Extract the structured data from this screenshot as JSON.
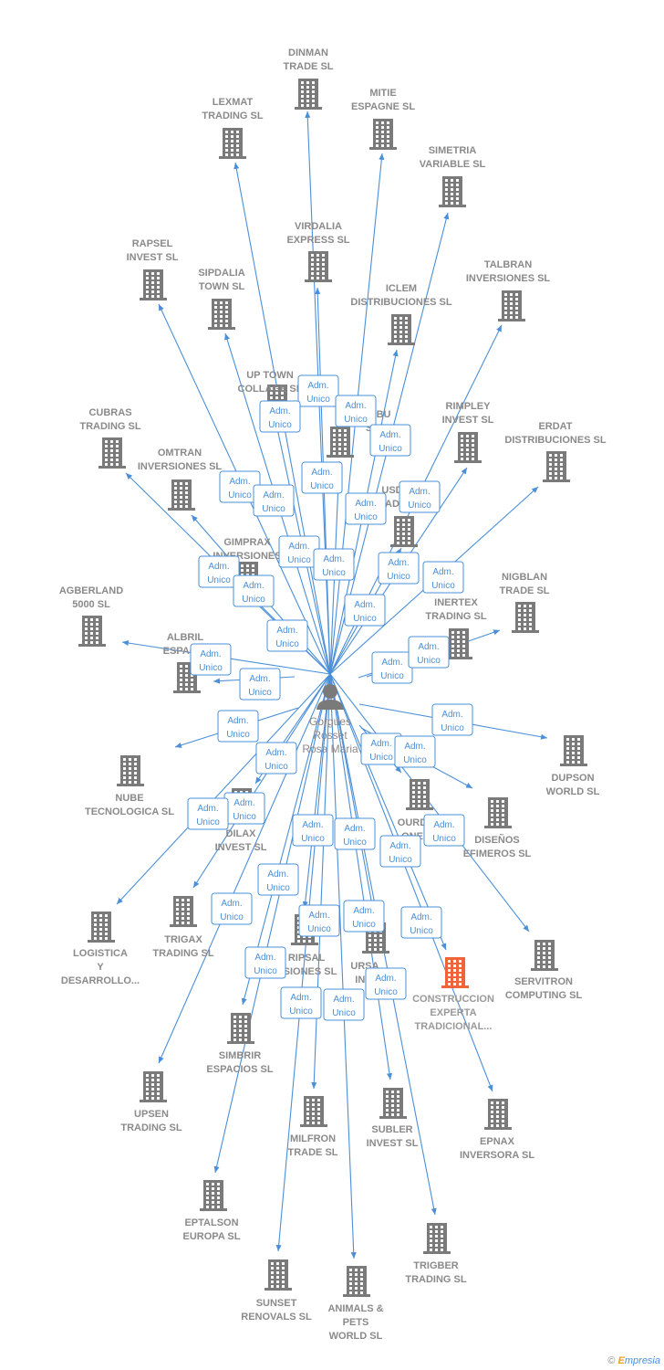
{
  "person": {
    "name_lines": [
      "Gorgues",
      "Rosset",
      "Rosa Maria"
    ],
    "icon": "person-icon"
  },
  "edge_label_lines": [
    "Adm.",
    "Unico"
  ],
  "companies": [
    {
      "id": "dinman",
      "lines": [
        "DINMAN",
        "TRADE  SL"
      ]
    },
    {
      "id": "mitie",
      "lines": [
        "MITIE",
        "ESPAGNE  SL"
      ]
    },
    {
      "id": "lexmat",
      "lines": [
        "LEXMAT",
        "TRADING SL"
      ]
    },
    {
      "id": "simetria",
      "lines": [
        "SIMETRIA",
        "VARIABLE SL"
      ]
    },
    {
      "id": "virdalia",
      "lines": [
        "VIRDALIA",
        "EXPRESS SL"
      ]
    },
    {
      "id": "rapsel",
      "lines": [
        "RAPSEL",
        "INVEST SL"
      ]
    },
    {
      "id": "sipdalia",
      "lines": [
        "SIPDALIA",
        "TOWN SL"
      ]
    },
    {
      "id": "talbran",
      "lines": [
        "TALBRAN",
        "INVERSIONES SL"
      ]
    },
    {
      "id": "iclem",
      "lines": [
        "ICLEM",
        "DISTRIBUCIONES SL"
      ]
    },
    {
      "id": "uptown",
      "lines": [
        "UP TOWN",
        "COLLAGE SL"
      ]
    },
    {
      "id": "stribu",
      "lines": [
        "STRIBU",
        "SL"
      ]
    },
    {
      "id": "rimpley",
      "lines": [
        "RIMPLEY",
        "INVEST  SL"
      ]
    },
    {
      "id": "cubras",
      "lines": [
        "CUBRAS",
        "TRADING SL"
      ]
    },
    {
      "id": "erdat",
      "lines": [
        "ERDAT",
        "DISTRIBUCIONES SL"
      ]
    },
    {
      "id": "omtran",
      "lines": [
        "OMTRAN",
        "INVERSIONES SL"
      ]
    },
    {
      "id": "usd",
      "lines": [
        "USD",
        "AD"
      ]
    },
    {
      "id": "gimprax",
      "lines": [
        "GIMPRAX",
        "INVERSIONES"
      ]
    },
    {
      "id": "nigblan",
      "lines": [
        "NIGBLAN",
        "TRADE SL"
      ]
    },
    {
      "id": "agberland",
      "lines": [
        "AGBERLAND",
        "5000 SL"
      ]
    },
    {
      "id": "inertex",
      "lines": [
        "INERTEX",
        "TRADING SL"
      ]
    },
    {
      "id": "albril",
      "lines": [
        "ALBRIL",
        "ESPACIO"
      ]
    },
    {
      "id": "dupson",
      "lines": [
        "DUPSON",
        "WORLD SL"
      ]
    },
    {
      "id": "nube",
      "lines": [
        "NUBE",
        "TECNOLOGICA SL"
      ]
    },
    {
      "id": "ourd",
      "lines": [
        "OURD",
        "ONE"
      ]
    },
    {
      "id": "disenos",
      "lines": [
        "DISEÑOS",
        "EFIMEROS SL"
      ]
    },
    {
      "id": "dilax",
      "lines": [
        "DILAX",
        "INVEST SL"
      ]
    },
    {
      "id": "trigax",
      "lines": [
        "TRIGAX",
        "TRADING SL"
      ]
    },
    {
      "id": "logistica",
      "lines": [
        "LOGISTICA",
        "Y",
        "DESARROLLO..."
      ]
    },
    {
      "id": "servitron",
      "lines": [
        "SERVITRON",
        "COMPUTING SL"
      ]
    },
    {
      "id": "ripsal",
      "lines": [
        "RIPSAL",
        "RSIONES SL"
      ]
    },
    {
      "id": "ursa",
      "lines": [
        "URSA",
        "INVI"
      ]
    },
    {
      "id": "construccion",
      "lines": [
        "CONSTRUCCION",
        "EXPERTA",
        "TRADICIONAL..."
      ],
      "highlight": true
    },
    {
      "id": "simbrir",
      "lines": [
        "SIMBRIR",
        "ESPACIOS SL"
      ]
    },
    {
      "id": "upsen",
      "lines": [
        "UPSEN",
        "TRADING SL"
      ]
    },
    {
      "id": "milfron",
      "lines": [
        "MILFRON",
        "TRADE SL"
      ]
    },
    {
      "id": "subler",
      "lines": [
        "SUBLER",
        "INVEST SL"
      ]
    },
    {
      "id": "epnax",
      "lines": [
        "EPNAX",
        "INVERSORA SL"
      ]
    },
    {
      "id": "eptalson",
      "lines": [
        "EPTALSON",
        "EUROPA SL"
      ]
    },
    {
      "id": "trigber",
      "lines": [
        "TRIGBER",
        "TRADING SL"
      ]
    },
    {
      "id": "sunset",
      "lines": [
        "SUNSET",
        "RENOVALS SL"
      ]
    },
    {
      "id": "animals",
      "lines": [
        "ANIMALS &",
        "PETS",
        "WORLD SL"
      ]
    }
  ],
  "colors": {
    "edge": "#4a8fd8",
    "building": "#7a7a7a",
    "building_highlight": "#f0643c",
    "person": "#7a7a7a"
  },
  "footer": {
    "copyright": "©",
    "brand_initial": "E",
    "brand_rest": "mpresia"
  }
}
